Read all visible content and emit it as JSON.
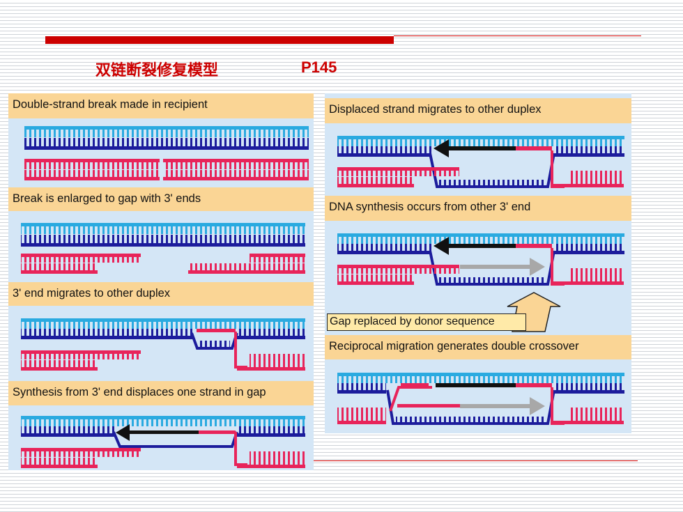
{
  "slide": {
    "title_cn": "双链断裂修复模型",
    "page_ref": "P145"
  },
  "left_panel": {
    "steps": [
      "Double-strand break made in recipient",
      "Break is enlarged to gap with 3' ends",
      "3' end migrates to other duplex",
      "Synthesis from 3' end displaces one strand in gap"
    ]
  },
  "right_panel": {
    "steps": [
      "Displaced strand migrates to other duplex",
      "DNA synthesis occurs from other 3' end",
      "Reciprocal migration generates double crossover"
    ],
    "callout": "Gap replaced by donor sequence"
  },
  "colors": {
    "accent_red": "#cc0000",
    "panel_bg": "#d4e6f6",
    "label_bg": "#fad595",
    "strand_cyan": "#2aaae0",
    "strand_navy": "#1c1c9c",
    "strand_pink": "#e8245a",
    "new_black": "#111111",
    "new_gray": "#a8a8a8"
  }
}
